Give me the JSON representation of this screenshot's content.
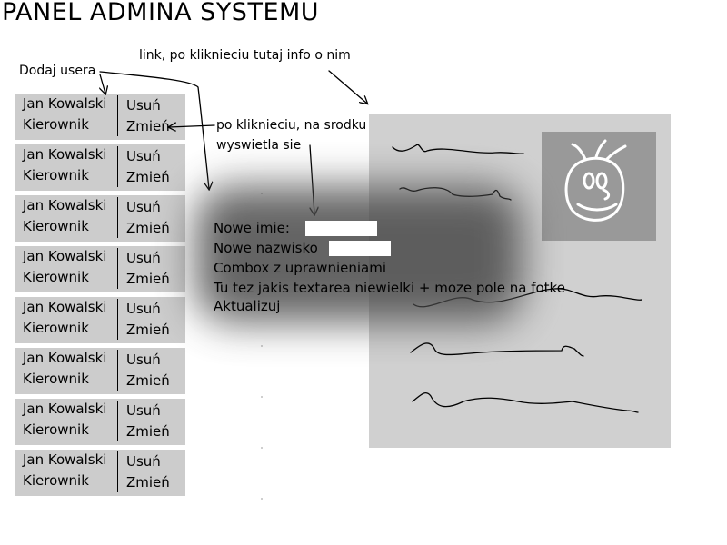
{
  "header": {
    "title": "PANEL ADMINA SYSTEMU"
  },
  "annotations": {
    "add_user": "Dodaj usera",
    "link_info": "link, po kliknieciu tutaj info o nim",
    "click_line1": "po kliknieciu, na srodku",
    "click_line2": "wyswietla sie"
  },
  "users": [
    {
      "name": "Jan Kowalski",
      "role": "Kierownik",
      "delete": "Usuń",
      "edit": "Zmień"
    },
    {
      "name": "Jan Kowalski",
      "role": "Kierownik",
      "delete": "Usuń",
      "edit": "Zmień"
    },
    {
      "name": "Jan Kowalski",
      "role": "Kierownik",
      "delete": "Usuń",
      "edit": "Zmień"
    },
    {
      "name": "Jan Kowalski",
      "role": "Kierownik",
      "delete": "Usuń",
      "edit": "Zmień"
    },
    {
      "name": "Jan Kowalski",
      "role": "Kierownik",
      "delete": "Usuń",
      "edit": "Zmień"
    },
    {
      "name": "Jan Kowalski",
      "role": "Kierownik",
      "delete": "Usuń",
      "edit": "Zmień"
    },
    {
      "name": "Jan Kowalski",
      "role": "Kierownik",
      "delete": "Usuń",
      "edit": "Zmień"
    },
    {
      "name": "Jan Kowalski",
      "role": "Kierownik",
      "delete": "Usuń",
      "edit": "Zmień"
    }
  ],
  "edit_form": {
    "first_name_label": "Nowe imie:",
    "last_name_label": "Nowe nazwisko",
    "permissions_combo": "Combox z uprawnieniami",
    "textarea_note": "Tu tez jakis textarea niewielki + moze pole na fotke",
    "submit": "Aktualizuj"
  },
  "colors": {
    "row_bg": "#cccccc",
    "card_bg": "#d0d0d0",
    "photo_bg": "#999999",
    "form_shadow": "#4a4a4a"
  },
  "icons": {
    "avatar": "cartoon-face-icon"
  }
}
